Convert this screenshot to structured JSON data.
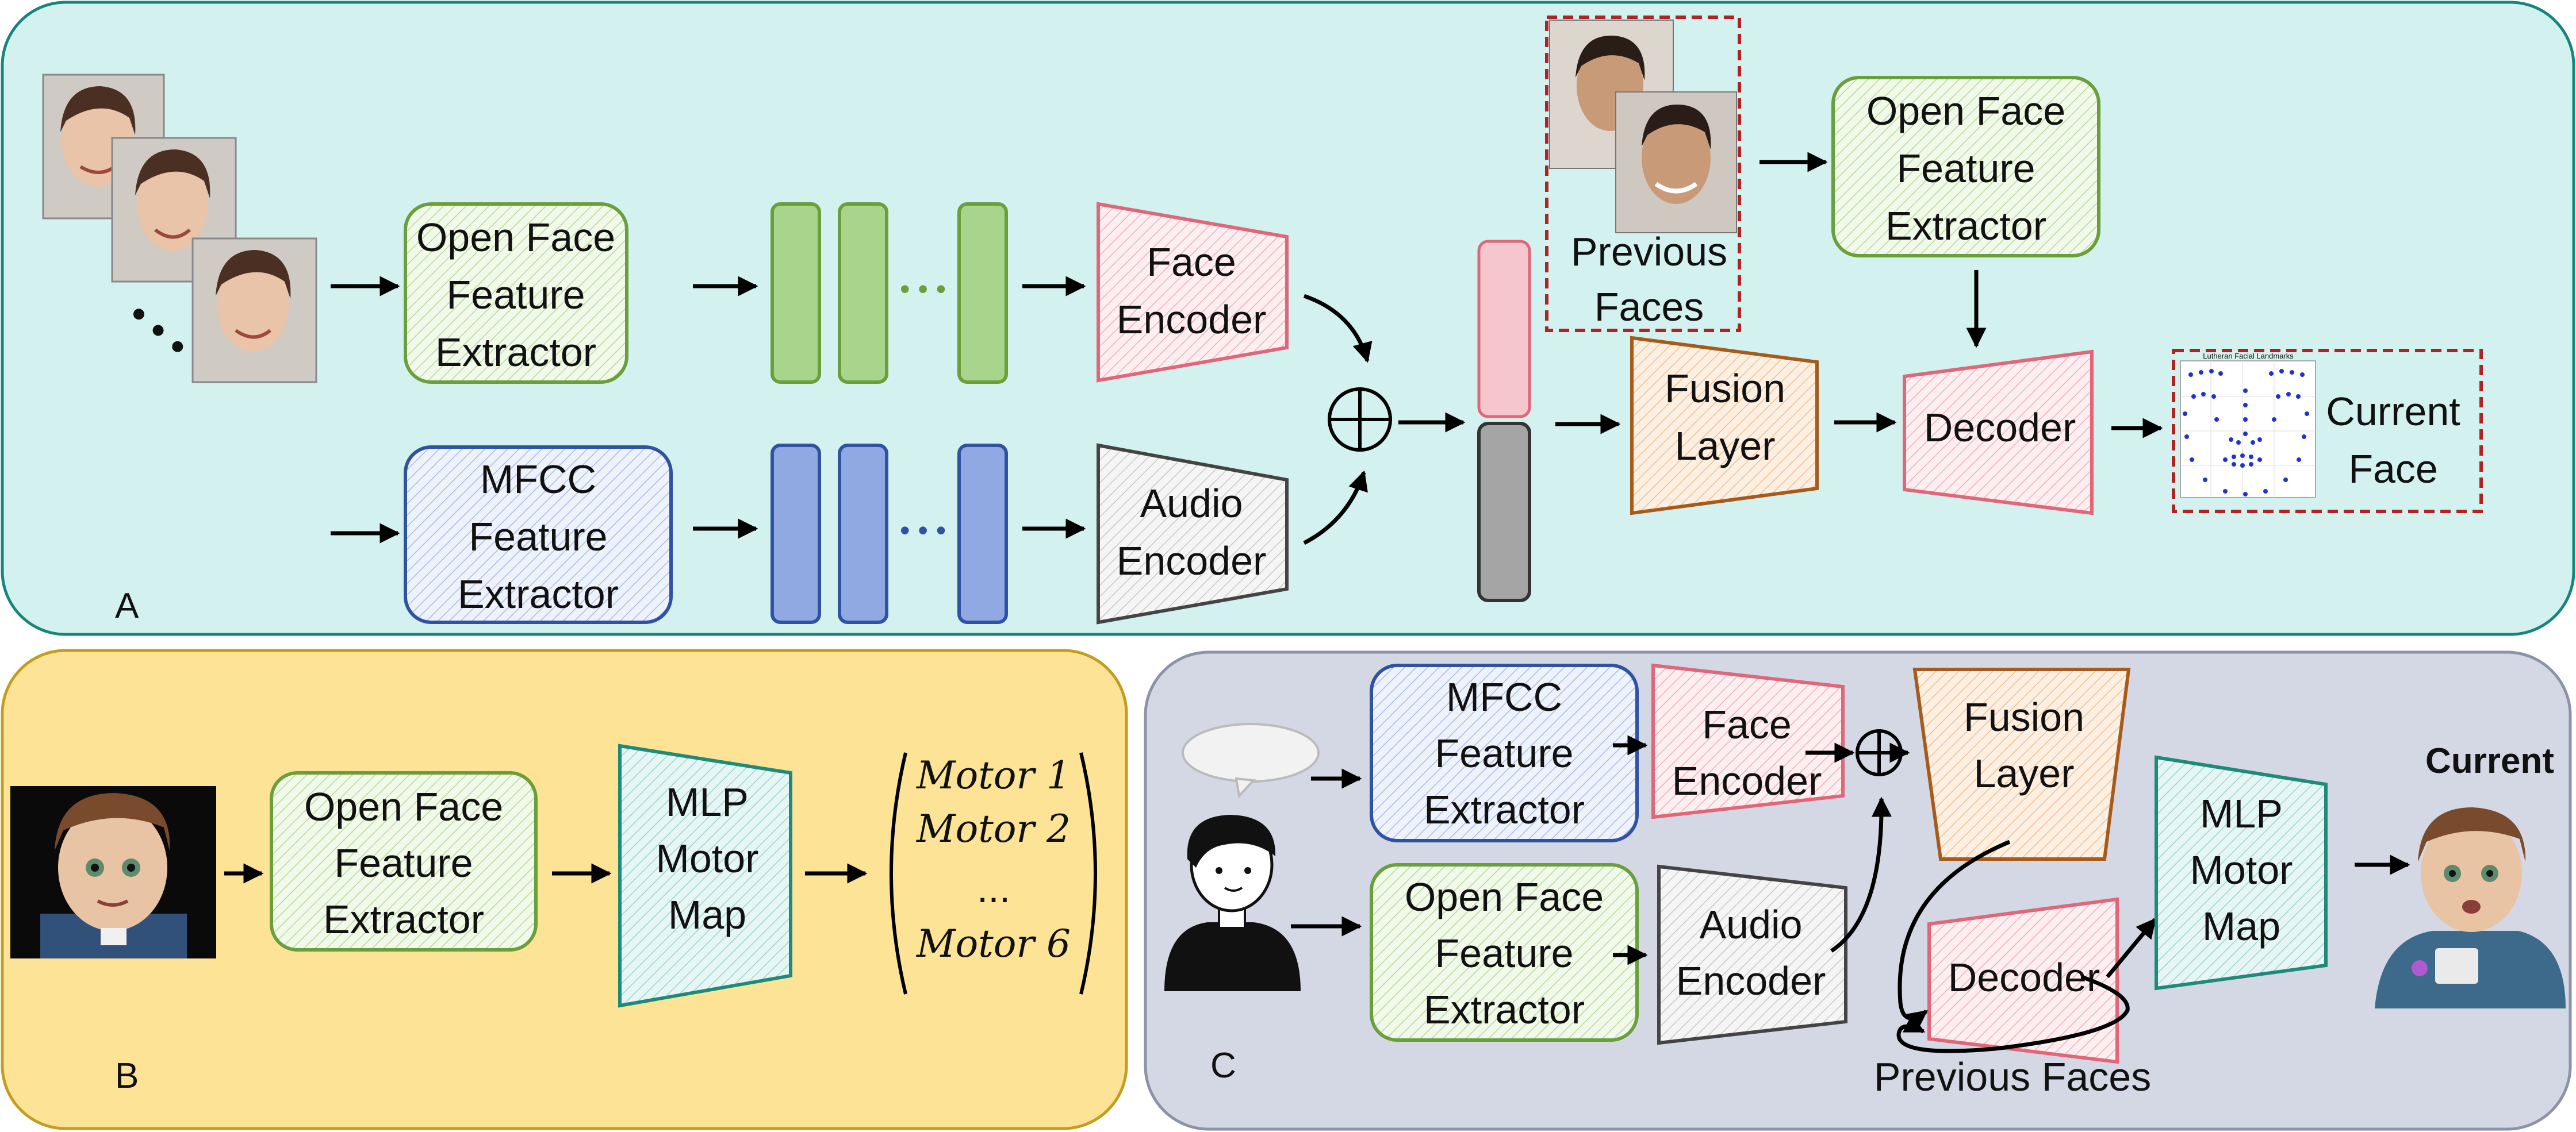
{
  "colors": {
    "panel_a_bg": "#d3f2ef",
    "panel_a_border": "#16857a",
    "panel_b_bg": "#fde396",
    "panel_b_border": "#c49c1e",
    "panel_c_bg": "#d3d8e4",
    "panel_c_border": "#8c93a8",
    "green": "#6a9f3b",
    "blue": "#2f52a3",
    "pink": "#e0667a",
    "orange": "#a65a1b",
    "gray": "#444444",
    "teal": "#1f8a7a",
    "red_dashed": "#b22222"
  },
  "panel_a": {
    "letter": "A",
    "openface_extractor": [
      "Open Face",
      "Feature",
      "Extractor"
    ],
    "mfcc_extractor": [
      "MFCC",
      "Feature",
      "Extractor"
    ],
    "face_encoder": [
      "Face",
      "Encoder"
    ],
    "audio_encoder": [
      "Audio",
      "Encoder"
    ],
    "previous_faces": [
      "Previous",
      "Faces"
    ],
    "openface_extractor_2": [
      "Open Face",
      "Feature",
      "Extractor"
    ],
    "fusion_layer": [
      "Fusion",
      "Layer"
    ],
    "decoder": "Decoder",
    "current_face": [
      "Current",
      "Face"
    ],
    "landmark_plot_title": "Lutheran Facial Landmarks",
    "ellipsis": "• • •"
  },
  "panel_b": {
    "letter": "B",
    "openface_extractor": [
      "Open Face",
      "Feature",
      "Extractor"
    ],
    "mlp_motor_map": [
      "MLP",
      "Motor",
      "Map"
    ],
    "motor_vector": [
      "Motor 1",
      "Motor 2",
      "...",
      "Motor 6"
    ]
  },
  "panel_c": {
    "letter": "C",
    "mfcc_extractor": [
      "MFCC",
      "Feature",
      "Extractor"
    ],
    "face_encoder": [
      "Face",
      "Encoder"
    ],
    "openface_extractor": [
      "Open Face",
      "Feature",
      "Extractor"
    ],
    "audio_encoder": [
      "Audio",
      "Encoder"
    ],
    "fusion_layer": [
      "Fusion",
      "Layer"
    ],
    "decoder": "Decoder",
    "mlp_motor_map": [
      "MLP",
      "Motor",
      "Map"
    ],
    "current": "Current",
    "previous_faces": "Previous Faces"
  },
  "icons": {
    "face_photo": "face-photo",
    "robot_face": "robot-face",
    "waveform": "audio-waveform",
    "person": "person-avatar",
    "speech_bubble": "speech-bubble",
    "oplus": "oplus-symbol"
  }
}
